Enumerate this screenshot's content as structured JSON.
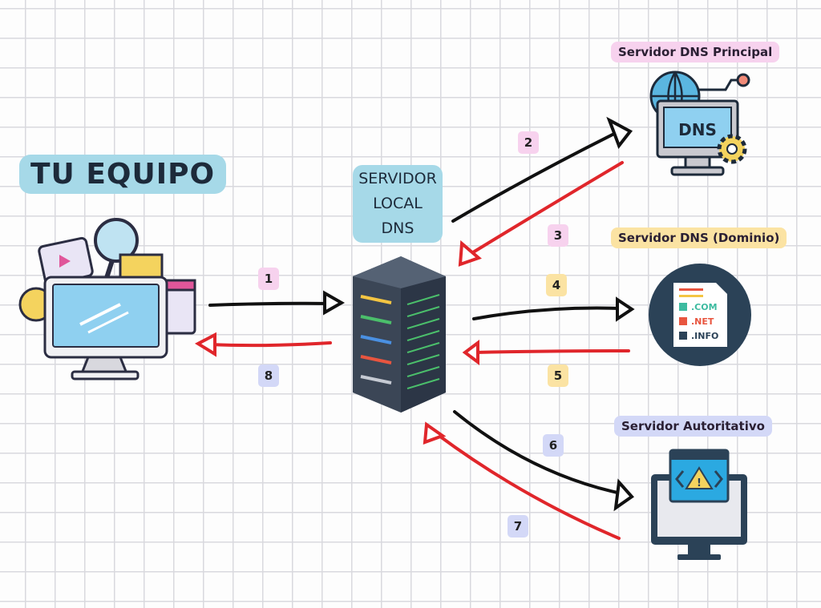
{
  "nodes": {
    "computer": {
      "label": "TU EQUIPO"
    },
    "local_dns": {
      "label_lines": [
        "SERVIDOR",
        "LOCAL",
        "DNS"
      ]
    },
    "root_dns": {
      "label": "Servidor DNS Principal",
      "screen_text": "DNS",
      "color": "#f7d2ee"
    },
    "tld_dns": {
      "label": "Servidor DNS (Dominio)",
      "items": [
        ".COM",
        ".NET",
        ".INFO"
      ],
      "color": "#fbe3a3"
    },
    "auth_dns": {
      "label": "Servidor Autoritativo",
      "color": "#d3d8f7"
    }
  },
  "steps": [
    "1",
    "2",
    "3",
    "4",
    "5",
    "6",
    "7",
    "8"
  ],
  "colors": {
    "request_arrow": "#111111",
    "response_arrow": "#e0262b",
    "title_bg": "#a6d9e8"
  }
}
